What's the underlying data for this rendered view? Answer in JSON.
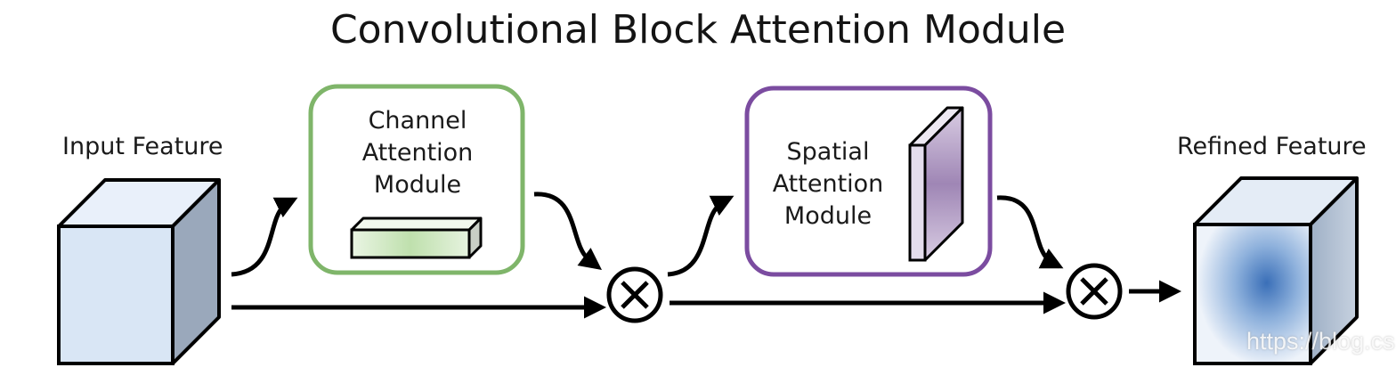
{
  "title": "Convolutional Block Attention Module",
  "input_label": "Input Feature",
  "output_label": "Refined Feature",
  "channel_module": {
    "line1": "Channel",
    "line2": "Attention",
    "line3": "Module",
    "border_color": "#7fb56a"
  },
  "spatial_module": {
    "line1": "Spatial",
    "line2": "Attention",
    "line3": "Module",
    "border_color": "#7b4ca0"
  },
  "multiply_symbol": "⊗",
  "watermark": "https://blog.cs",
  "icons": [
    "input-feature-cube-icon",
    "channel-map-bar-icon",
    "spatial-map-slab-icon",
    "refined-feature-cube-icon",
    "multiply-icon",
    "arrow-icon"
  ]
}
